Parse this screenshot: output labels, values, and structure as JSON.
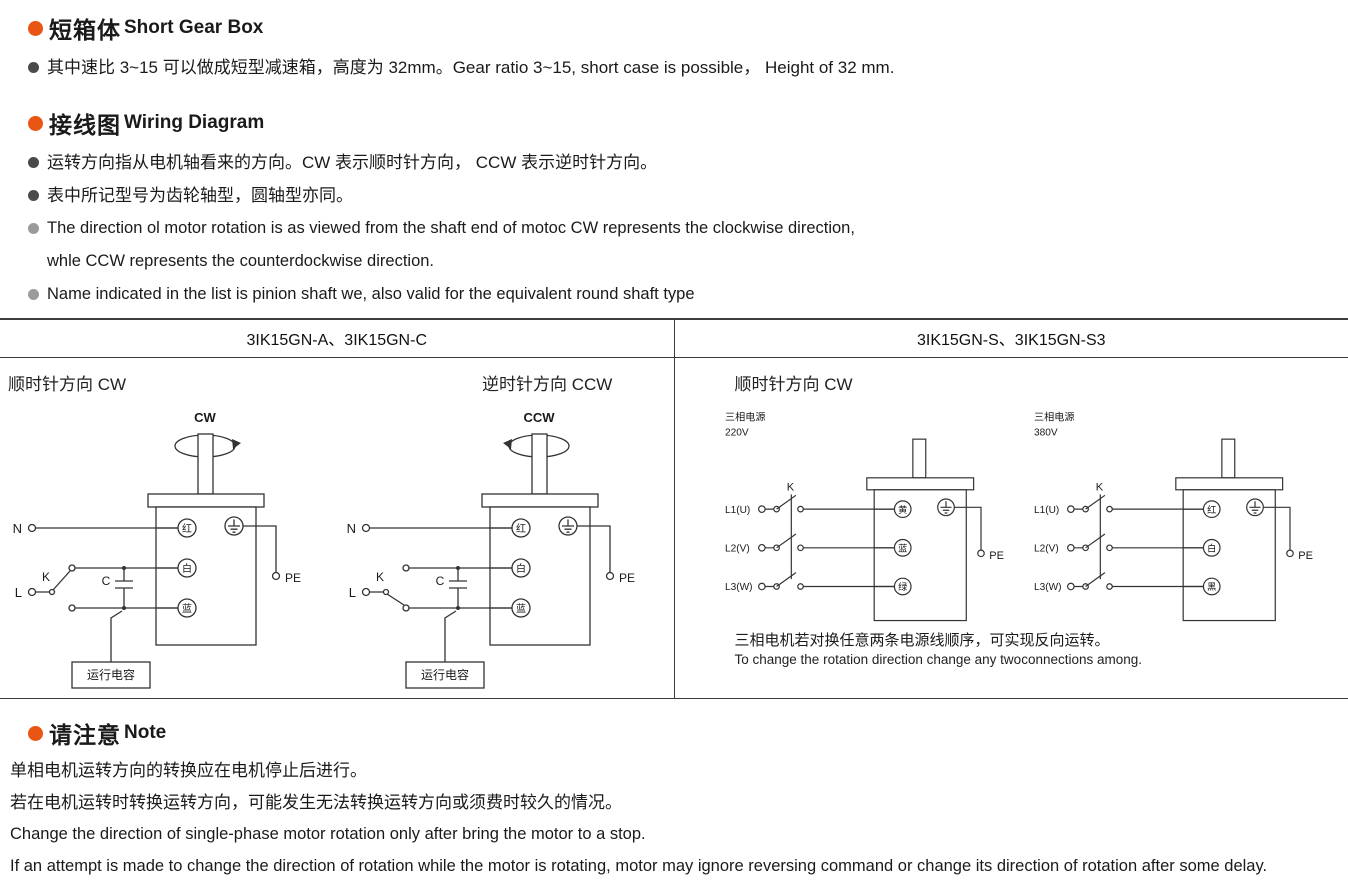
{
  "colors": {
    "accent": "#e95513",
    "bullet_dark": "#4a4a4a",
    "bullet_gray": "#9b9b9b",
    "table_line": "#3c3c3c"
  },
  "sections": {
    "short_gear_box": {
      "title_cn": "短箱体",
      "title_en": "Short Gear Box",
      "bullet": "其中速比 3~15 可以做成短型减速箱，高度为 32mm。Gear ratio 3~15, short case is possible， Height of 32 mm."
    },
    "wiring": {
      "title_cn": "接线图",
      "title_en": "Wiring Diagram",
      "bullets": [
        "运转方向指从电机轴看来的方向。CW 表示顺时针方向， CCW 表示逆时针方向。",
        "表中所记型号为齿轮轴型，圆轴型亦同。",
        "The direction ol motor rotation is as viewed from the shaft end of motoc CW represents the clockwise direction,",
        "whle CCW represents the counterdockwise direction.",
        "Name indicated in the list is pinion shaft we, also valid for the equivalent round shaft type"
      ]
    },
    "note": {
      "title_cn": "请注意",
      "title_en": "Note",
      "lines": [
        "单相电机运转方向的转换应在电机停止后进行。",
        "若在电机运转时转换运转方向，可能发生无法转换运转方向或须费时较久的情况。",
        "Change the direction of single-phase motor rotation only after bring the motor to a stop.",
        "If an attempt is made to change the direction of rotation while the motor is rotating, motor may ignore reversing command or change its direction of rotation after some delay."
      ]
    }
  },
  "table": {
    "header_left": "3IK15GN-A、3IK15GN-C",
    "header_right": "3IK15GN-S、3IK15GN-S3",
    "left_sub_cw": "顺时针方向 CW",
    "left_sub_ccw": "逆时针方向 CCW",
    "right_sub": "顺时针方向 CW",
    "note_cn": "三相电机若对换任意两条电源线顺序，可实现反向运转。",
    "note_en": "To change the rotation direction change any twoconnections among."
  },
  "diagrams": {
    "cw": {
      "rotation": "CW",
      "n": "N",
      "l": "L",
      "k": "K",
      "c": "C",
      "pe": "PE",
      "t1": "红",
      "t2": "白",
      "t3": "蓝",
      "cap_box": "运行电容"
    },
    "ccw": {
      "rotation": "CCW",
      "n": "N",
      "l": "L",
      "k": "K",
      "c": "C",
      "pe": "PE",
      "t1": "红",
      "t2": "白",
      "t3": "蓝",
      "cap_box": "运行电容"
    },
    "v220": {
      "source": "三相电源",
      "voltage": "220V",
      "k": "K",
      "l1": "L1(U)",
      "l2": "L2(V)",
      "l3": "L3(W)",
      "pe": "PE",
      "t1": "黄",
      "t2": "蓝",
      "t3": "绿"
    },
    "v380": {
      "source": "三相电源",
      "voltage": "380V",
      "k": "K",
      "l1": "L1(U)",
      "l2": "L2(V)",
      "l3": "L3(W)",
      "pe": "PE",
      "t1": "红",
      "t2": "白",
      "t3": "黑"
    }
  }
}
